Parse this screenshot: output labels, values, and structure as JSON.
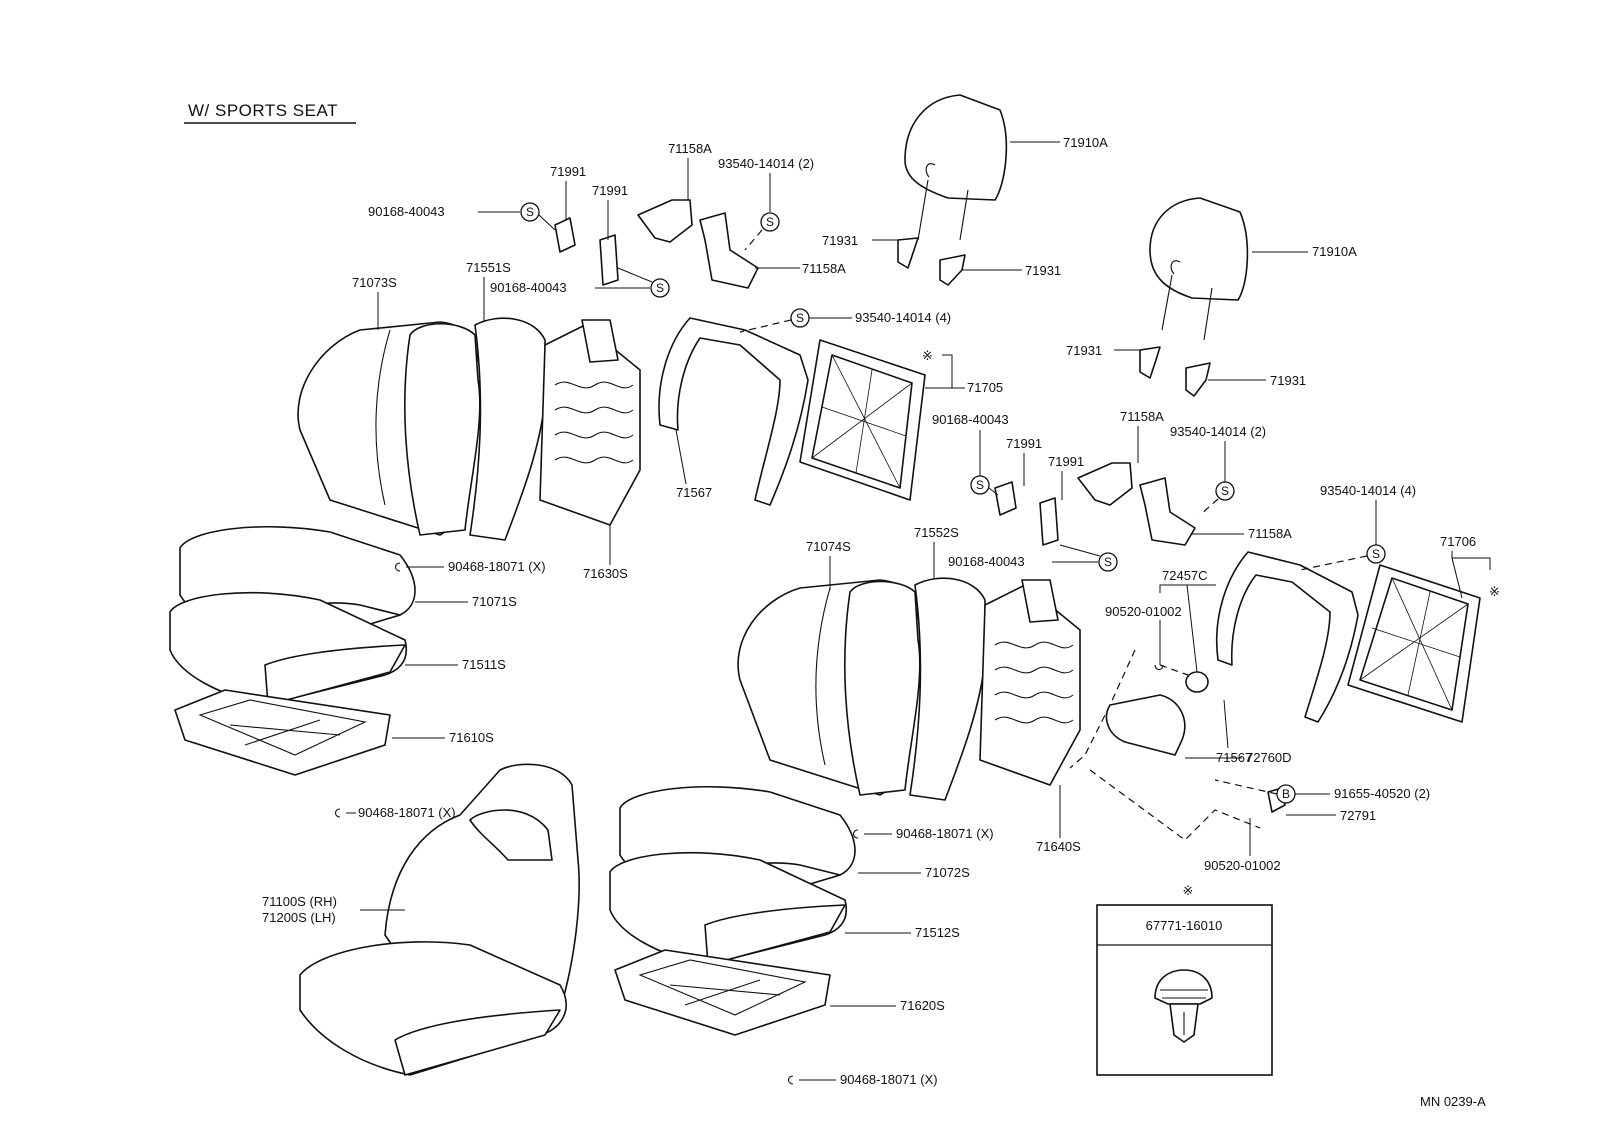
{
  "title": "W/ SPORTS SEAT",
  "code": "MN 0239-A",
  "note_symbol": "※",
  "labels": {
    "p71991a": "71991",
    "p71991b": "71991",
    "p90168a": "90168-40043",
    "p90168b": "90168-40043",
    "p71158a1": "71158A",
    "p93540a": "93540-14014 (2)",
    "p71158a2": "71158A",
    "p71910a1": "71910A",
    "p71931a": "71931",
    "p71931b": "71931",
    "p71073s": "71073S",
    "p71551s": "71551S",
    "p93540b": "93540-14014 (4)",
    "p71705": "71705",
    "p71567a": "71567",
    "p71630s": "71630S",
    "p90468a": "90468-18071 (X)",
    "p71071s": "71071S",
    "p71511s": "71511S",
    "p71610s": "71610S",
    "p90468b": "90468-18071 (X)",
    "p71100s": "71100S (RH)",
    "p71200s": "71200S (LH)",
    "p71910a2": "71910A",
    "p71931c": "71931",
    "p71931d": "71931",
    "p90168c": "90168-40043",
    "p71991c": "71991",
    "p71991d": "71991",
    "p71158a3": "71158A",
    "p93540c": "93540-14014 (2)",
    "p71158a4": "71158A",
    "p93540d": "93540-14014 (4)",
    "p71706": "71706",
    "p71074s": "71074S",
    "p71552s": "71552S",
    "p90168d": "90168-40043",
    "p72457c": "72457C",
    "p90520a": "90520-01002",
    "p71567b": "71567",
    "p72760d": "72760D",
    "p91655": "91655-40520 (2)",
    "p72791": "72791",
    "p90520b": "90520-01002",
    "p71640s": "71640S",
    "p90468c": "90468-18071 (X)",
    "p71072s": "71072S",
    "p71512s": "71512S",
    "p71620s": "71620S",
    "p90468d": "90468-18071 (X)",
    "p67771": "67771-16010"
  },
  "symbols": {
    "s": "S",
    "b": "B"
  }
}
